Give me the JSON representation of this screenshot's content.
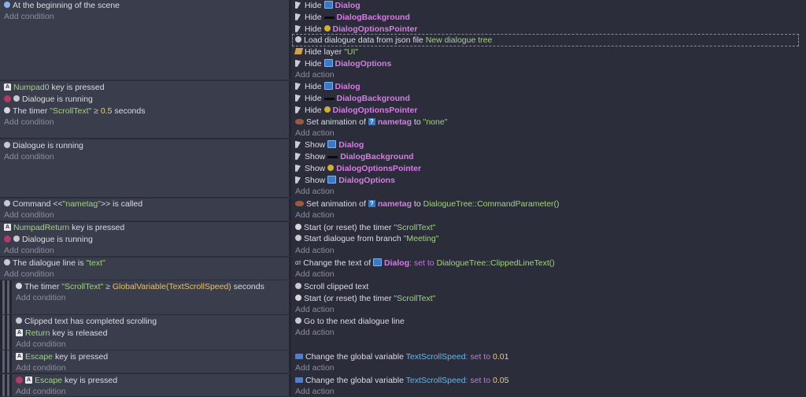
{
  "add_condition": "Add condition",
  "add_action": "Add action",
  "events": [
    {
      "conditions": [
        "At the beginning of the scene"
      ],
      "actions": [
        {
          "verb": "Hide",
          "object": "Dialog"
        },
        {
          "verb": "Hide",
          "object": "DialogBackground"
        },
        {
          "verb": "Hide",
          "object": "DialogOptionsPointer"
        },
        {
          "prefix": "Load dialogue data from json file",
          "value": "New dialogue tree"
        },
        {
          "prefix": "Hide layer",
          "value": "\"UI\""
        },
        {
          "verb": "Hide",
          "object": "DialogOptions"
        }
      ]
    },
    {
      "conditions": [
        {
          "key": "Numpad0",
          "text": "key is pressed"
        },
        {
          "text": "Dialogue is running"
        },
        {
          "prefix": "The timer",
          "value": "\"ScrollText\"",
          "op": "≥",
          "num": "0.5",
          "suffix": "seconds"
        }
      ],
      "actions": [
        {
          "verb": "Hide",
          "object": "Dialog"
        },
        {
          "verb": "Hide",
          "object": "DialogBackground"
        },
        {
          "verb": "Hide",
          "object": "DialogOptionsPointer"
        },
        {
          "prefix": "Set animation of",
          "object": "nametag",
          "mid": "to",
          "value": "\"none\""
        }
      ]
    },
    {
      "conditions": [
        "Dialogue is running"
      ],
      "actions": [
        {
          "verb": "Show",
          "object": "Dialog"
        },
        {
          "verb": "Show",
          "object": "DialogBackground"
        },
        {
          "verb": "Show",
          "object": "DialogOptionsPointer"
        },
        {
          "verb": "Show",
          "object": "DialogOptions"
        }
      ]
    },
    {
      "conditions": [
        {
          "prefix": "Command <<",
          "value": "\"nametag\"",
          "suffix": ">> is called"
        }
      ],
      "actions": [
        {
          "prefix": "Set animation of",
          "object": "nametag",
          "mid": "to",
          "value": "DialogueTree::CommandParameter()"
        }
      ]
    },
    {
      "conditions": [
        {
          "key": "NumpadReturn",
          "text": "key is pressed"
        },
        {
          "text": "Dialogue is running"
        }
      ],
      "actions": [
        {
          "prefix": "Start (or reset) the timer",
          "value": "\"ScrollText\""
        },
        {
          "prefix": "Start dialogue from branch",
          "value": "\"Meeting\""
        }
      ]
    },
    {
      "conditions": [
        {
          "prefix": "The dialogue line is",
          "value": "\"text\""
        }
      ],
      "actions": [
        {
          "prefix": "Change the text of",
          "object": "Dialog",
          "mid": ": set to",
          "value": "DialogueTree::ClippedLineText()"
        }
      ]
    },
    {
      "conditions": [
        {
          "prefix": "The timer",
          "value": "\"ScrollText\"",
          "op": "≥",
          "expr": "GlobalVariable(TextScrollSpeed)",
          "suffix": "seconds"
        }
      ],
      "actions": [
        {
          "prefix": "Scroll clipped text"
        },
        {
          "prefix": "Start (or reset) the timer",
          "value": "\"ScrollText\""
        }
      ]
    },
    {
      "conditions": [
        {
          "text": "Clipped text has completed scrolling"
        },
        {
          "key": "Return",
          "text": "key is released"
        }
      ],
      "actions": [
        {
          "prefix": "Go to the next dialogue line"
        }
      ]
    },
    {
      "conditions": [
        {
          "key": "Escape",
          "text": "key is pressed"
        }
      ],
      "actions": [
        {
          "prefix": "Change the global variable",
          "var": "TextScrollSpeed",
          "mid": ": set to",
          "num": "0.01"
        }
      ]
    },
    {
      "conditions": [
        {
          "key": "Escape",
          "text": "key is pressed"
        }
      ],
      "actions": [
        {
          "prefix": "Change the global variable",
          "var": "TextScrollSpeed",
          "mid": ": set to",
          "num": "0.05"
        }
      ]
    }
  ]
}
